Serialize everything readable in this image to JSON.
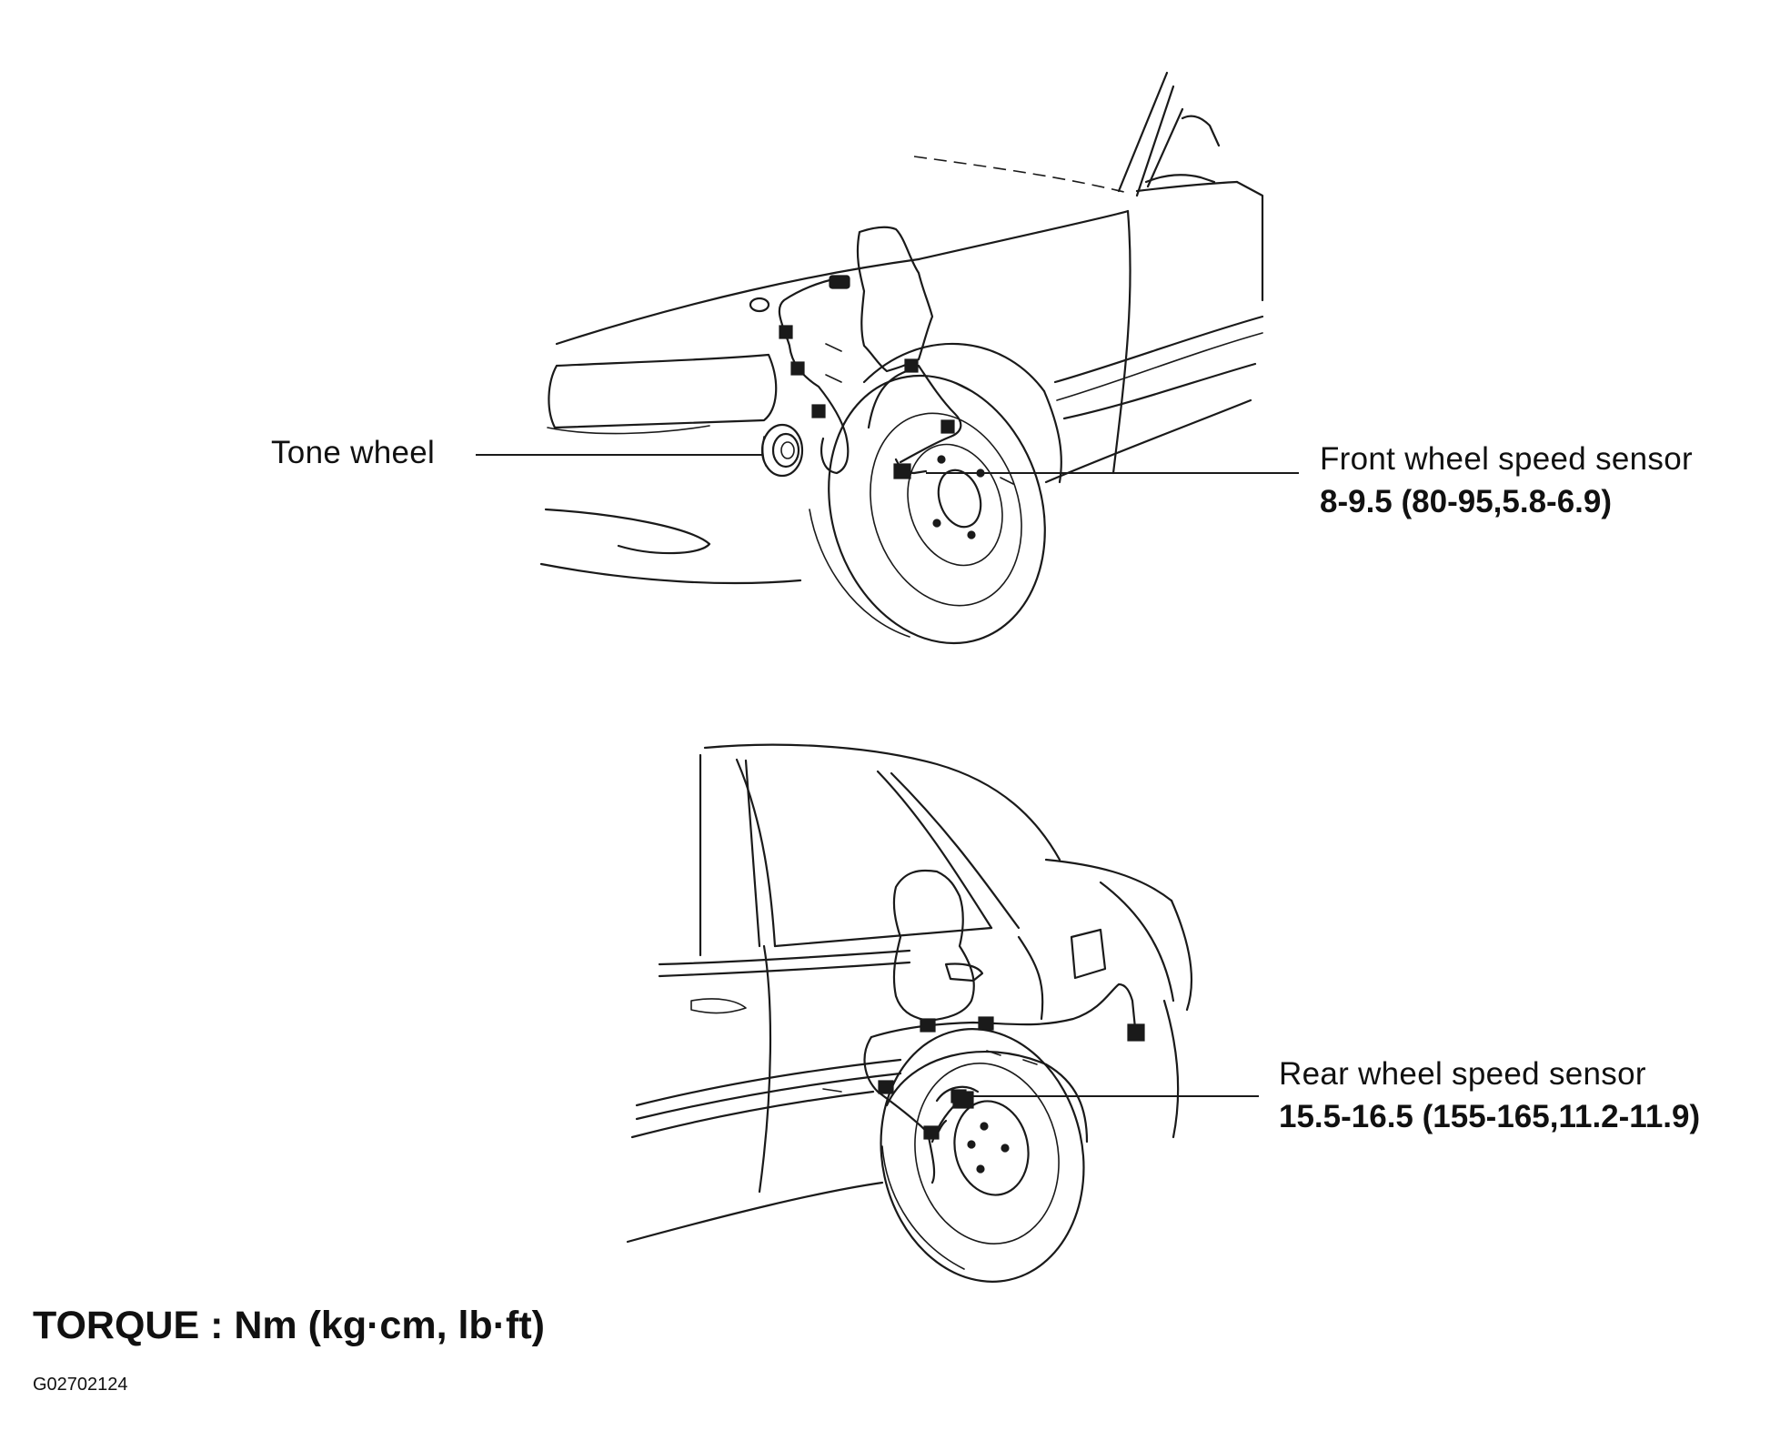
{
  "labels": {
    "tone_wheel": "Tone  wheel",
    "front_sensor": "Front wheel  speed  sensor",
    "front_sensor_torque": "8-9.5 (80-95,5.8-6.9)",
    "rear_sensor": "Rear wheel  speed  sensor",
    "rear_sensor_torque": "15.5-16.5 (155-165,11.2-11.9)"
  },
  "legend": {
    "torque_units": "TORQUE : Nm (kg·cm, lb·ft)"
  },
  "figure_id": "G02702124",
  "colors": {
    "ink": "#1a1a1a",
    "background": "#ffffff"
  }
}
